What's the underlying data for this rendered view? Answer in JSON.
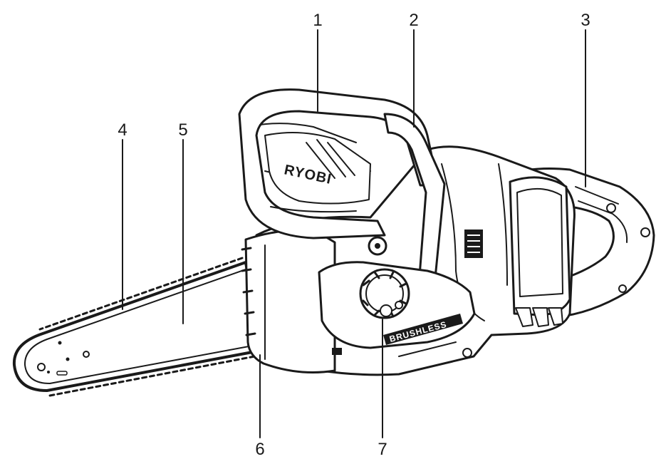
{
  "callouts": [
    {
      "number": "1"
    },
    {
      "number": "2"
    },
    {
      "number": "3"
    },
    {
      "number": "4"
    },
    {
      "number": "5"
    },
    {
      "number": "6"
    },
    {
      "number": "7"
    }
  ],
  "markings": {
    "brand_logo": "RYOBI",
    "motor_plate": "BRUSHLESS"
  },
  "colors": {
    "ink": "#1a1a1a",
    "background": "#ffffff"
  }
}
